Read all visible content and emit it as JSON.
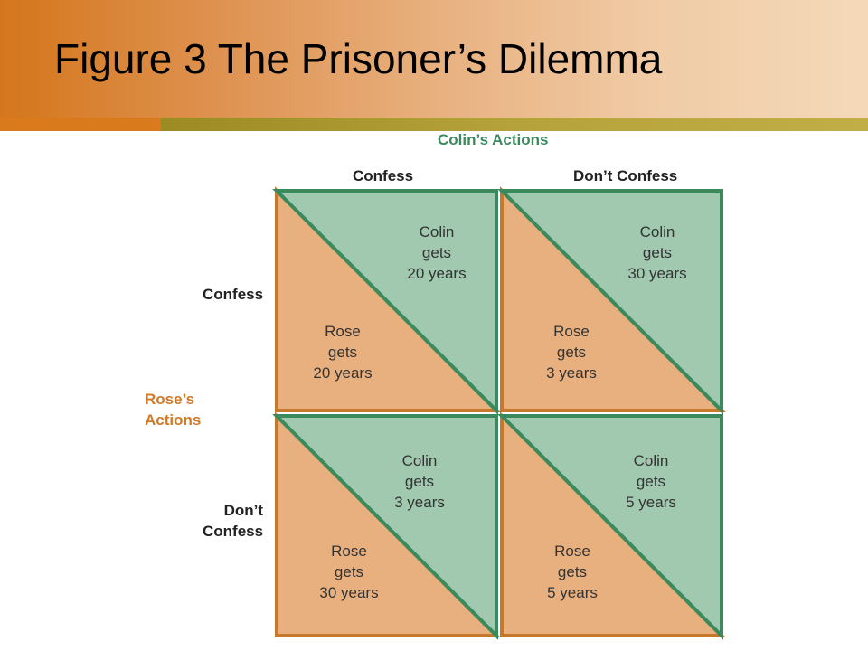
{
  "slide": {
    "title": "Figure 3 The Prisoner’s Dilemma"
  },
  "matrix": {
    "column_player_title": "Colin’s Actions",
    "row_player_title_line1": "Rose’s",
    "row_player_title_line2": "Actions",
    "column_actions": [
      "Confess",
      "Don’t Confess"
    ],
    "row_actions": [
      {
        "line1": "Confess",
        "line2": ""
      },
      {
        "line1": "Don’t",
        "line2": "Confess"
      }
    ],
    "cells": [
      {
        "colin": {
          "line1": "Colin",
          "line2": "gets",
          "line3": "20 years"
        },
        "rose": {
          "line1": "Rose",
          "line2": "gets",
          "line3": "20 years"
        }
      },
      {
        "colin": {
          "line1": "Colin",
          "line2": "gets",
          "line3": "30 years"
        },
        "rose": {
          "line1": "Rose",
          "line2": "gets",
          "line3": "3 years"
        }
      },
      {
        "colin": {
          "line1": "Colin",
          "line2": "gets",
          "line3": "3 years"
        },
        "rose": {
          "line1": "Rose",
          "line2": "gets",
          "line3": "30 years"
        }
      },
      {
        "colin": {
          "line1": "Colin",
          "line2": "gets",
          "line3": "5 years"
        },
        "rose": {
          "line1": "Rose",
          "line2": "gets",
          "line3": "5 years"
        }
      }
    ]
  },
  "colors": {
    "colin_fill": "#a0c9af",
    "rose_fill": "#e9b07f",
    "colin_border": "#3a8a5e",
    "rose_border": "#c8782a"
  }
}
